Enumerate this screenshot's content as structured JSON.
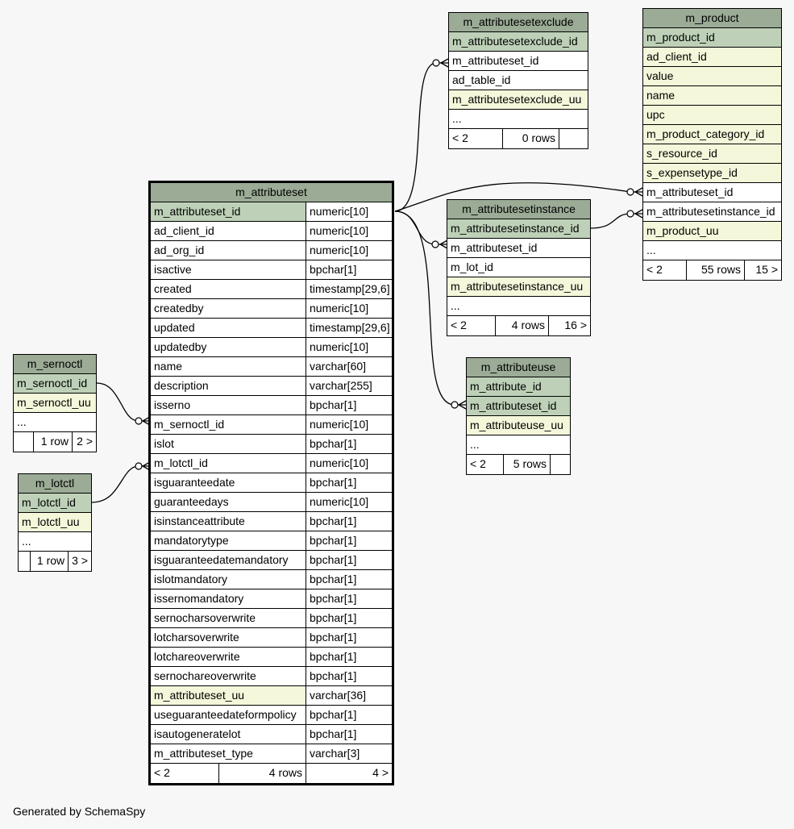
{
  "tables": {
    "m_attributesetexclude": {
      "title": "m_attributesetexclude",
      "cols": [
        {
          "name": "m_attributesetexclude_id",
          "kind": "pk"
        },
        {
          "name": "m_attributeset_id",
          "kind": ""
        },
        {
          "name": "ad_table_id",
          "kind": ""
        },
        {
          "name": "m_attributesetexclude_uu",
          "kind": "uu"
        },
        {
          "name": "...",
          "kind": ""
        }
      ],
      "foot": [
        "< 2",
        "0 rows",
        ""
      ]
    },
    "m_product": {
      "title": "m_product",
      "cols": [
        {
          "name": "m_product_id",
          "kind": "pk"
        },
        {
          "name": "ad_client_id",
          "kind": "uu"
        },
        {
          "name": "value",
          "kind": "uu"
        },
        {
          "name": "name",
          "kind": "uu"
        },
        {
          "name": "upc",
          "kind": "uu"
        },
        {
          "name": "m_product_category_id",
          "kind": "uu"
        },
        {
          "name": "s_resource_id",
          "kind": "uu"
        },
        {
          "name": "s_expensetype_id",
          "kind": "uu"
        },
        {
          "name": "m_attributeset_id",
          "kind": ""
        },
        {
          "name": "m_attributesetinstance_id",
          "kind": ""
        },
        {
          "name": "m_product_uu",
          "kind": "uu"
        },
        {
          "name": "...",
          "kind": ""
        }
      ],
      "foot": [
        "< 2",
        "55 rows",
        "15 >"
      ]
    },
    "m_attributesetinstance": {
      "title": "m_attributesetinstance",
      "cols": [
        {
          "name": "m_attributesetinstance_id",
          "kind": "pk"
        },
        {
          "name": "m_attributeset_id",
          "kind": ""
        },
        {
          "name": "m_lot_id",
          "kind": ""
        },
        {
          "name": "m_attributesetinstance_uu",
          "kind": "uu"
        },
        {
          "name": "...",
          "kind": ""
        }
      ],
      "foot": [
        "< 2",
        "4 rows",
        "16 >"
      ]
    },
    "m_attributeuse": {
      "title": "m_attributeuse",
      "cols": [
        {
          "name": "m_attribute_id",
          "kind": "pk"
        },
        {
          "name": "m_attributeset_id",
          "kind": "pk"
        },
        {
          "name": "m_attributeuse_uu",
          "kind": "uu"
        },
        {
          "name": "...",
          "kind": ""
        }
      ],
      "foot": [
        "< 2",
        "5 rows",
        ""
      ]
    },
    "m_sernoctl": {
      "title": "m_sernoctl",
      "cols": [
        {
          "name": "m_sernoctl_id",
          "kind": "pk"
        },
        {
          "name": "m_sernoctl_uu",
          "kind": "uu"
        },
        {
          "name": "...",
          "kind": ""
        }
      ],
      "foot": [
        "",
        "1 row",
        "2 >"
      ]
    },
    "m_lotctl": {
      "title": "m_lotctl",
      "cols": [
        {
          "name": "m_lotctl_id",
          "kind": "pk"
        },
        {
          "name": "m_lotctl_uu",
          "kind": "uu"
        },
        {
          "name": "...",
          "kind": ""
        }
      ],
      "foot": [
        "",
        "1 row",
        "3 >"
      ]
    },
    "m_attributeset": {
      "title": "m_attributeset",
      "cols": [
        {
          "name": "m_attributeset_id",
          "type": "numeric[10]",
          "kind": "pk"
        },
        {
          "name": "ad_client_id",
          "type": "numeric[10]",
          "kind": ""
        },
        {
          "name": "ad_org_id",
          "type": "numeric[10]",
          "kind": ""
        },
        {
          "name": "isactive",
          "type": "bpchar[1]",
          "kind": ""
        },
        {
          "name": "created",
          "type": "timestamp[29,6]",
          "kind": ""
        },
        {
          "name": "createdby",
          "type": "numeric[10]",
          "kind": ""
        },
        {
          "name": "updated",
          "type": "timestamp[29,6]",
          "kind": ""
        },
        {
          "name": "updatedby",
          "type": "numeric[10]",
          "kind": ""
        },
        {
          "name": "name",
          "type": "varchar[60]",
          "kind": ""
        },
        {
          "name": "description",
          "type": "varchar[255]",
          "kind": ""
        },
        {
          "name": "isserno",
          "type": "bpchar[1]",
          "kind": ""
        },
        {
          "name": "m_sernoctl_id",
          "type": "numeric[10]",
          "kind": ""
        },
        {
          "name": "islot",
          "type": "bpchar[1]",
          "kind": ""
        },
        {
          "name": "m_lotctl_id",
          "type": "numeric[10]",
          "kind": ""
        },
        {
          "name": "isguaranteedate",
          "type": "bpchar[1]",
          "kind": ""
        },
        {
          "name": "guaranteedays",
          "type": "numeric[10]",
          "kind": ""
        },
        {
          "name": "isinstanceattribute",
          "type": "bpchar[1]",
          "kind": ""
        },
        {
          "name": "mandatorytype",
          "type": "bpchar[1]",
          "kind": ""
        },
        {
          "name": "isguaranteedatemandatory",
          "type": "bpchar[1]",
          "kind": ""
        },
        {
          "name": "islotmandatory",
          "type": "bpchar[1]",
          "kind": ""
        },
        {
          "name": "issernomandatory",
          "type": "bpchar[1]",
          "kind": ""
        },
        {
          "name": "sernocharsoverwrite",
          "type": "bpchar[1]",
          "kind": ""
        },
        {
          "name": "lotcharsoverwrite",
          "type": "bpchar[1]",
          "kind": ""
        },
        {
          "name": "lotchareoverwrite",
          "type": "bpchar[1]",
          "kind": ""
        },
        {
          "name": "sernochareoverwrite",
          "type": "bpchar[1]",
          "kind": ""
        },
        {
          "name": "m_attributeset_uu",
          "type": "varchar[36]",
          "kind": "uu"
        },
        {
          "name": "useguaranteedateformpolicy",
          "type": "bpchar[1]",
          "kind": ""
        },
        {
          "name": "isautogeneratelot",
          "type": "bpchar[1]",
          "kind": ""
        },
        {
          "name": "m_attributeset_type",
          "type": "varchar[3]",
          "kind": ""
        }
      ],
      "foot": [
        "< 2",
        "4 rows",
        "4 >"
      ]
    }
  },
  "colors": {
    "header": "#9bab96",
    "primary_key": "#bed1b8",
    "unique": "#f4f7da",
    "background": "#f7f7f7"
  },
  "footer": "Generated by SchemaSpy"
}
